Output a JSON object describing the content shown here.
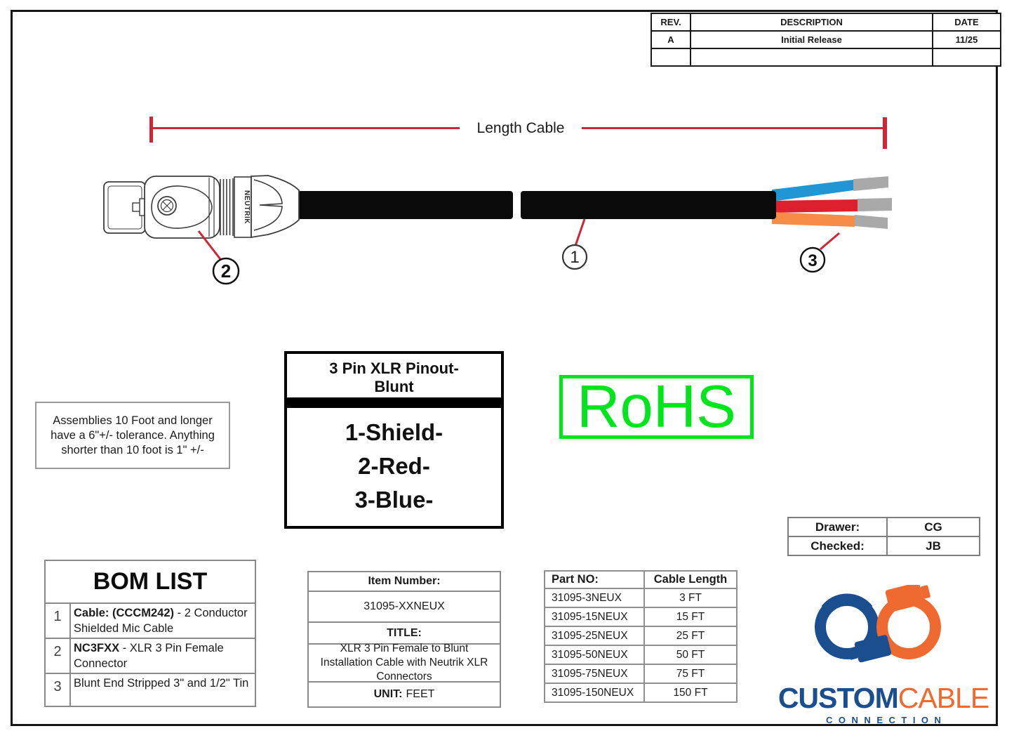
{
  "revision_table": {
    "headers": [
      "REV.",
      "DESCRIPTION",
      "DATE"
    ],
    "rows": [
      [
        "A",
        "Initial Release",
        "11/25"
      ],
      [
        "",
        "",
        ""
      ]
    ]
  },
  "dimension": {
    "label": "Length Cable"
  },
  "connector_brand": "NEUTRIK",
  "callouts": {
    "cable": "1",
    "connector": "2",
    "blunt_end": "3"
  },
  "tolerance_note": "Assemblies 10 Foot and longer have a 6\"+/- tolerance. Anything shorter than 10 foot is 1\" +/-",
  "pinout": {
    "title": "3 Pin XLR Pinout-Blunt",
    "pins": [
      "1-Shield-",
      "2-Red-",
      "3-Blue-"
    ]
  },
  "rohs": {
    "label": "RoHS",
    "color": "#00e61b"
  },
  "approvals": {
    "rows": [
      {
        "label": "Drawer:",
        "value": "CG"
      },
      {
        "label": "Checked:",
        "value": "JB"
      }
    ]
  },
  "bom": {
    "title": "BOM LIST",
    "items": [
      {
        "num": "1",
        "bold": "Cable: (CCCM242)",
        "rest": " - 2 Conductor Shielded Mic Cable"
      },
      {
        "num": "2",
        "bold": "NC3FXX",
        "rest": " - XLR 3 Pin Female Connector"
      },
      {
        "num": "3",
        "bold": "",
        "rest": "Blunt End Stripped 3\" and 1/2\" Tin"
      }
    ]
  },
  "item_panel": {
    "item_number_label": "Item Number:",
    "item_number": "31095-XXNEUX",
    "title_label": "TITLE:",
    "title": "XLR 3 Pin Female to Blunt Installation Cable with Neutrik XLR Connectors",
    "unit_label": "UNIT:",
    "unit_value": "FEET"
  },
  "parts_table": {
    "headers": [
      "Part NO:",
      "Cable Length"
    ],
    "rows": [
      [
        "31095-3NEUX",
        "3 FT"
      ],
      [
        "31095-15NEUX",
        "15 FT"
      ],
      [
        "31095-25NEUX",
        "25 FT"
      ],
      [
        "31095-50NEUX",
        "50 FT"
      ],
      [
        "31095-75NEUX",
        "75 FT"
      ],
      [
        "31095-150NEUX",
        "150 FT"
      ]
    ]
  },
  "logo": {
    "word1": "CUSTOM",
    "word2": "CABLE",
    "word3": "CONNECTION"
  },
  "colors": {
    "accent_red": "#cf2537",
    "wire_blue": "#2196d4",
    "wire_red": "#dd202e",
    "wire_orange": "#f78c47",
    "wire_tip_gray": "#a9a9a9",
    "cable_black": "#0a0a0a",
    "logo_blue": "#1b4e8e",
    "logo_orange": "#ee6a31",
    "rohs_green": "#00e61b"
  }
}
